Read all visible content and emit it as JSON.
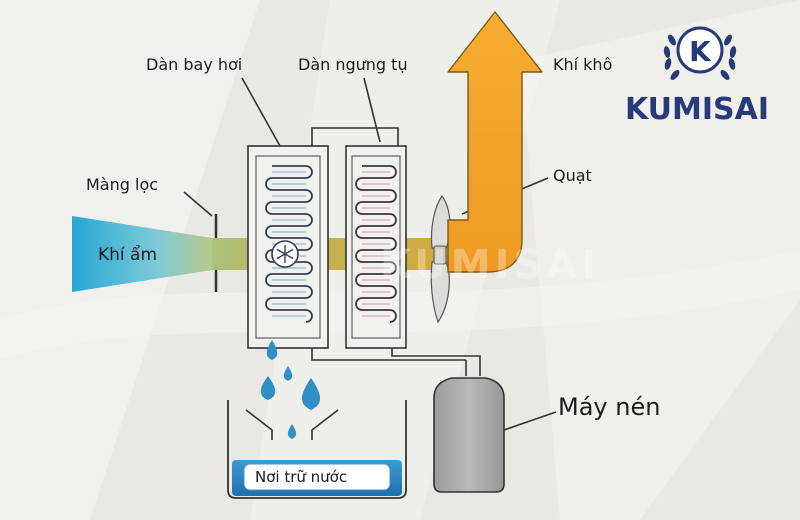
{
  "brand": {
    "logo_letter": "K",
    "name": "KUMISAI",
    "watermark": "KUMISAI",
    "color": "#263a7c"
  },
  "labels": {
    "evaporator": "Dàn bay hơi",
    "condenser": "Dàn ngưng tụ",
    "dry_air": "Khí khô",
    "fan": "Quạt",
    "filter": "Màng lọc",
    "humid_air": "Khí ẩm",
    "compressor": "Máy nén",
    "water_tank": "Nơi trữ nước"
  },
  "icons": {
    "evaporator": "snowflake-icon"
  },
  "colors": {
    "humid_air": "#4fb8d8",
    "air_flow": "#c9a53a",
    "dry_air_arrow": "#f0a12a",
    "water": "#2f8fc6",
    "outline": "#333333",
    "compressor": "#a9a9a9"
  }
}
